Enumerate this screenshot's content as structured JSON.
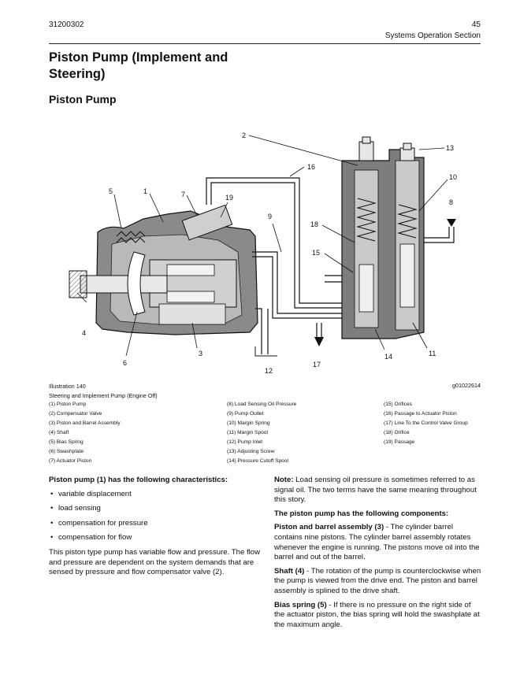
{
  "header": {
    "doc_number": "31200302",
    "page_number": "45",
    "section": "Systems Operation Section"
  },
  "title": "Piston Pump (Implement and Steering)",
  "subtitle": "Piston Pump",
  "diagram": {
    "callouts": [
      "1",
      "2",
      "3",
      "4",
      "5",
      "6",
      "7",
      "8",
      "9",
      "10",
      "11",
      "12",
      "13",
      "14",
      "15",
      "16",
      "17",
      "18",
      "19"
    ]
  },
  "illustration": {
    "number": "Illustration 140",
    "caption": "Steering and Implement Pump (Engine Off)",
    "graphic_ref": "g01022614"
  },
  "legend": {
    "col1": [
      "(1) Piston Pump",
      "(2) Compensator Valve",
      "(3) Piston and Barrel Assembly",
      "(4) Shaft",
      "(5) Bias Spring",
      "(6) Swashplate",
      "(7) Actuator Piston"
    ],
    "col2": [
      "(8) Load Sensing Oil Pressure",
      "(9) Pump Outlet",
      "(10) Margin Spring",
      "(11) Margin Spool",
      "(12) Pump Inlet",
      "(13) Adjusting Screw",
      "(14) Pressure Cutoff Spool"
    ],
    "col3": [
      "(15) Orifices",
      "(16) Passage to Actuator Piston",
      "(17) Line To the Control Valve Group",
      "(18) Orifice",
      "(19) Passage"
    ]
  },
  "left_column": {
    "intro": "Piston pump (1) has the following characteristics:",
    "bullets": [
      "variable displacement",
      "load sensing",
      "compensation for pressure",
      "compensation for flow"
    ],
    "paragraph": "This piston type pump has variable flow and pressure. The flow and pressure are dependent on the system demands that are sensed by pressure and flow compensator valve (2)."
  },
  "right_column": {
    "note_label": "Note:",
    "note_text": " Load sensing oil pressure is sometimes referred to as signal oil. The two terms have the same meaning throughout this story.",
    "components_heading": "The piston pump has the following components:",
    "items": [
      {
        "term": "Piston and barrel assembly (3)",
        "text": " - The cylinder barrel contains nine pistons. The cylinder barrel assembly rotates whenever the engine is running. The pistons move oil into the barrel and out of the barrel."
      },
      {
        "term": "Shaft (4)",
        "text": " - The rotation of the pump is counterclockwise when the pump is viewed from the drive end. The piston and barrel assembly is splined to the drive shaft."
      },
      {
        "term": "Bias spring (5)",
        "text": " - If there is no pressure on the right side of the actuator piston, the bias spring will hold the swashplate at the maximum angle."
      }
    ]
  }
}
